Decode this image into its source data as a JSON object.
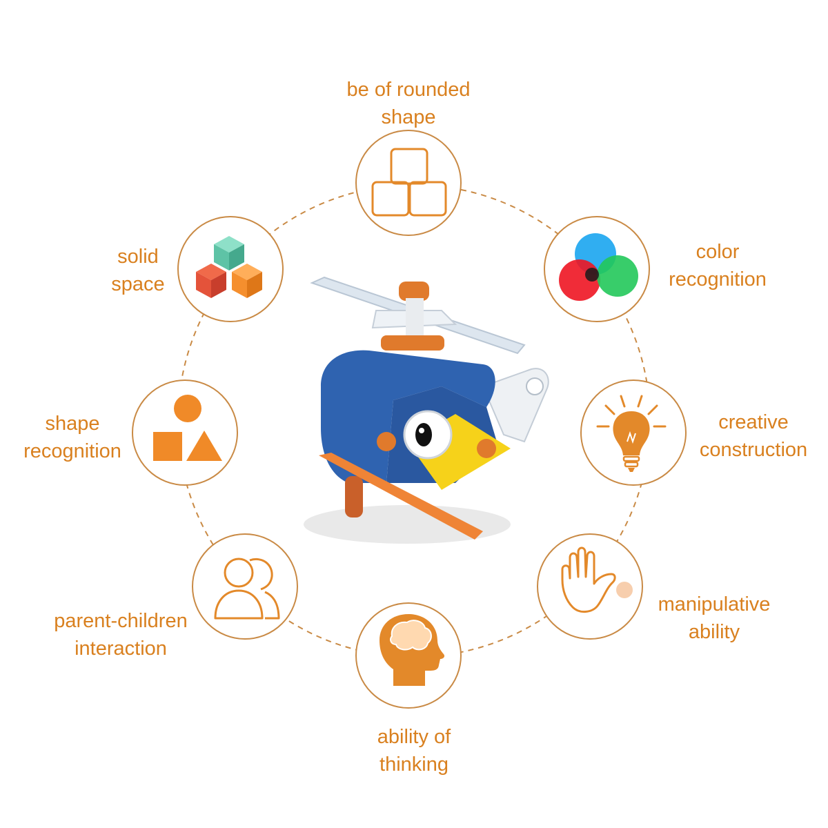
{
  "colors": {
    "accent": "#e3892a",
    "text": "#d9801f",
    "ring": "#c98a45"
  },
  "features": [
    {
      "id": "rounded",
      "lines": [
        "be of rounded",
        "shape"
      ],
      "icon": "stacked-squares-icon"
    },
    {
      "id": "color",
      "lines": [
        "color",
        "recognition"
      ],
      "icon": "color-circles-icon"
    },
    {
      "id": "creative",
      "lines": [
        "creative",
        "construction"
      ],
      "icon": "lightbulb-icon"
    },
    {
      "id": "manipulative",
      "lines": [
        "manipulative",
        "ability"
      ],
      "icon": "hand-icon"
    },
    {
      "id": "thinking",
      "lines": [
        "ability of",
        "thinking"
      ],
      "icon": "head-brain-icon"
    },
    {
      "id": "parent",
      "lines": [
        "parent-children",
        "interaction"
      ],
      "icon": "people-icon"
    },
    {
      "id": "shape",
      "lines": [
        "shape",
        "recognition"
      ],
      "icon": "shapes-icon"
    },
    {
      "id": "solid",
      "lines": [
        "solid",
        "space"
      ],
      "icon": "cubes-icon"
    }
  ],
  "center_image": "toy-helicopter-illustration"
}
